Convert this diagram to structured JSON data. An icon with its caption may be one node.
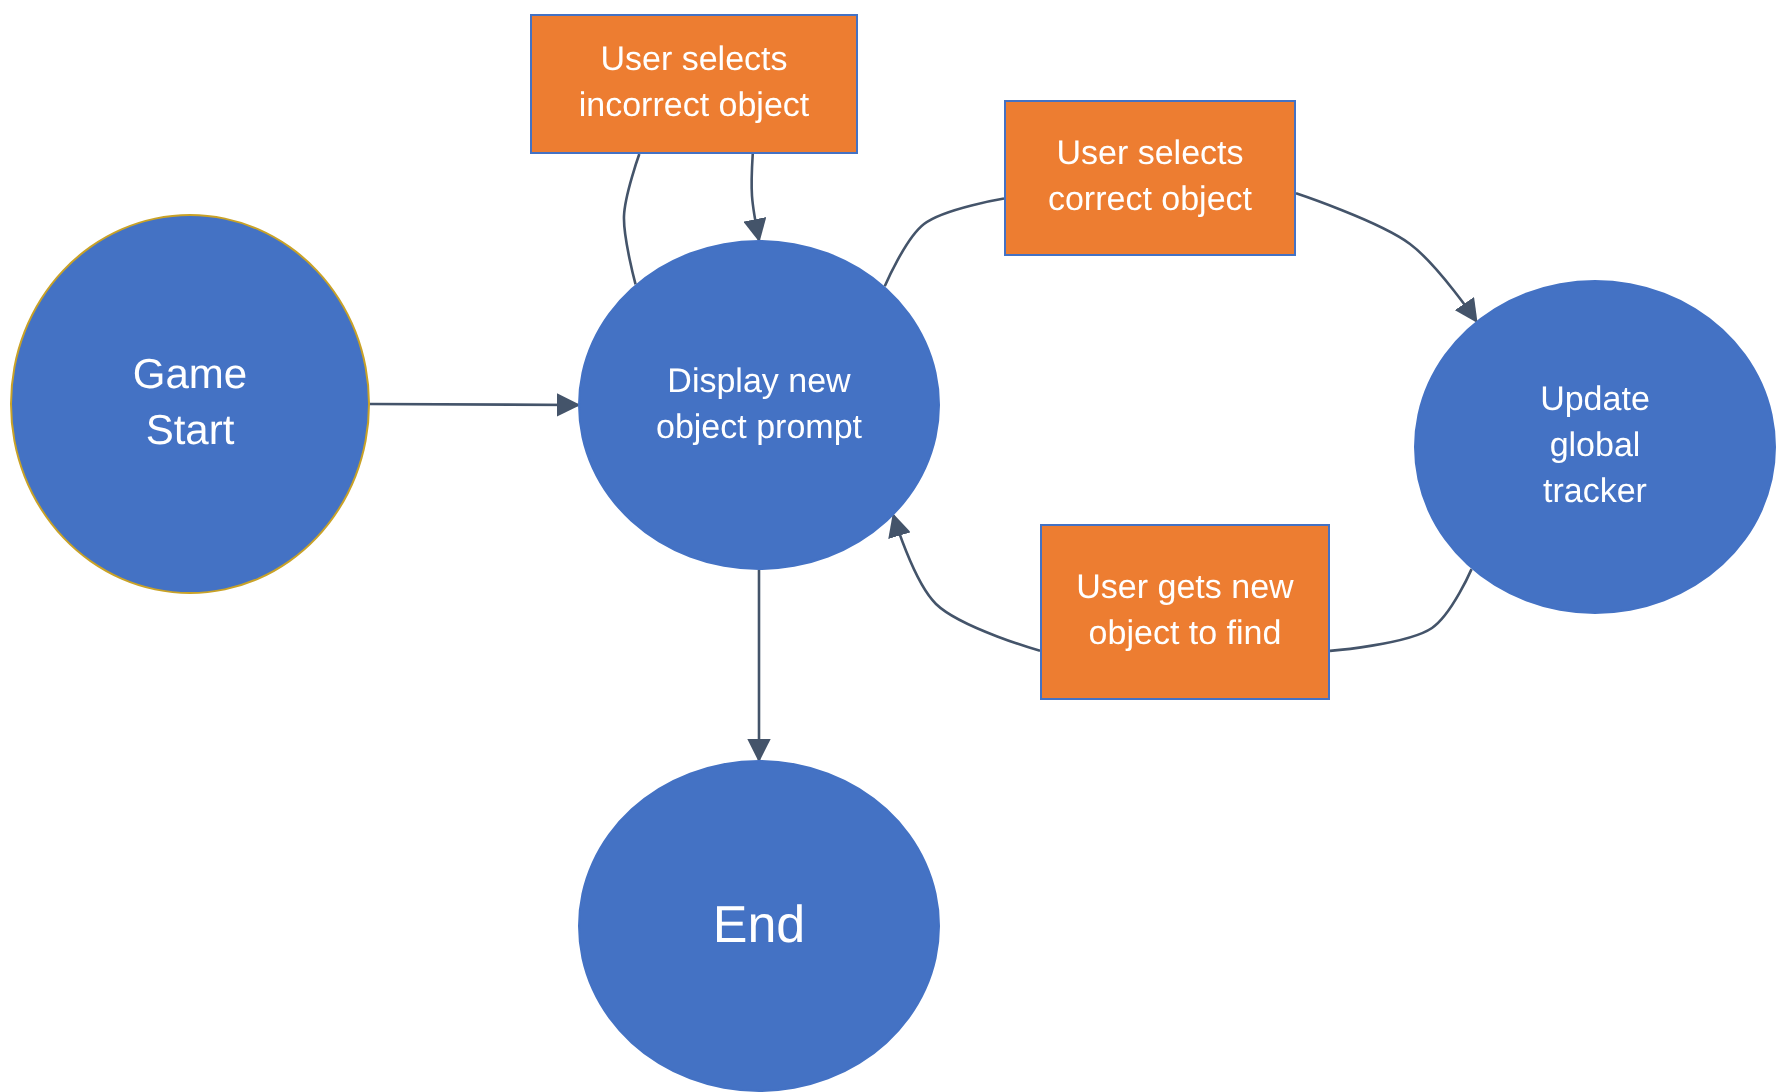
{
  "diagram": {
    "nodes": [
      {
        "text": [
          "Game Start"
        ]
      },
      {
        "text": [
          "User selects incorrect object"
        ]
      },
      {
        "text": [
          "Display new object prompt"
        ]
      },
      {
        "text": [
          "User selects correct object"
        ]
      },
      {
        "text": [
          "Update global tracker"
        ]
      },
      {
        "text": [
          "User gets new object to find"
        ]
      },
      {
        "text": [
          "End"
        ]
      }
    ],
    "edges": [
      {
        "from": 0,
        "to": 2,
        "arrow": "to"
      },
      {
        "from": 2,
        "to": 1,
        "arrow": "none"
      },
      {
        "from": 1,
        "to": 2,
        "arrow": "to"
      },
      {
        "from": 2,
        "to": 3,
        "arrow": "none"
      },
      {
        "from": 3,
        "to": 4,
        "arrow": "to"
      },
      {
        "from": 4,
        "to": 5,
        "arrow": "none"
      },
      {
        "from": 5,
        "to": 2,
        "arrow": "to"
      },
      {
        "from": 2,
        "to": 6,
        "arrow": "to"
      }
    ]
  }
}
